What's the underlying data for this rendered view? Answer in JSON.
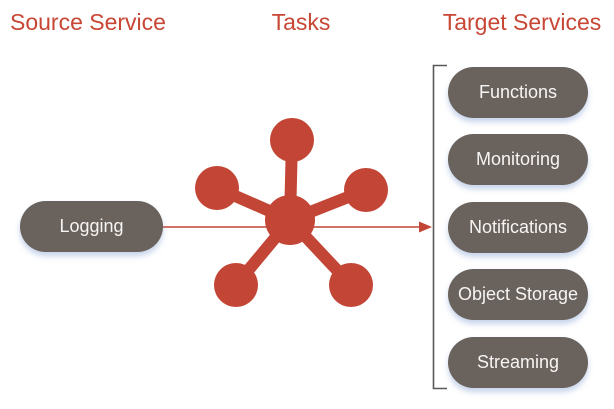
{
  "headers": {
    "source": "Source Service",
    "tasks": "Tasks",
    "targets": "Target Services"
  },
  "source_node": {
    "label": "Logging"
  },
  "hub": {
    "description": "tasks hub with 5 spokes",
    "spoke_count": 5
  },
  "targets": {
    "items": [
      "Functions",
      "Monitoring",
      "Notifications",
      "Object Storage",
      "Streaming"
    ]
  },
  "colors": {
    "accent_red": "#C74634",
    "shape_red": "#C24535",
    "node_gray": "#6A625D",
    "node_text": "#F7F5F4",
    "bracket_gray": "#595959"
  }
}
